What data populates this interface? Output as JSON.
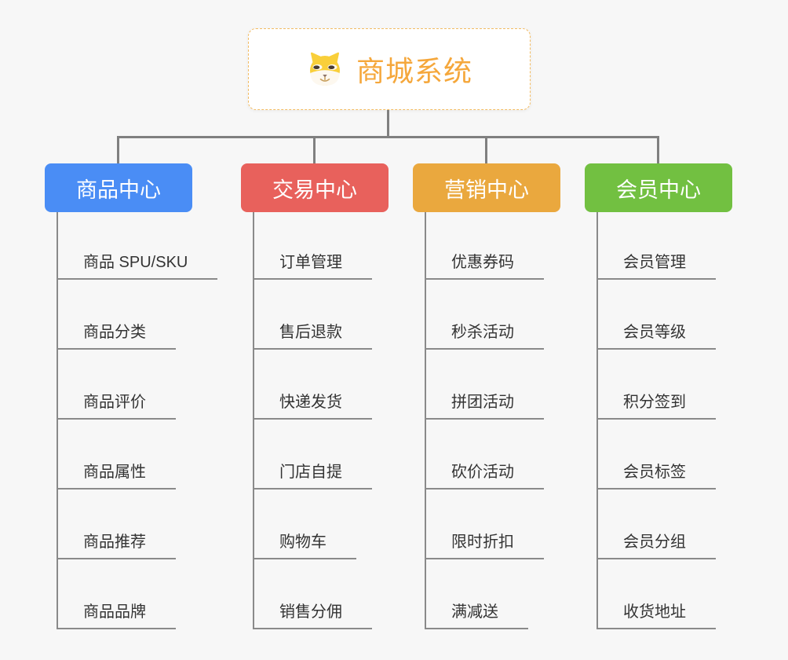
{
  "root": {
    "title": "商城系统",
    "icon": "doge-icon",
    "text_color": "#F5A73B",
    "border_color": "#F3BC63"
  },
  "branches": [
    {
      "label": "商品中心",
      "color": "#4A8DF5",
      "children": [
        "商品 SPU/SKU",
        "商品分类",
        "商品评价",
        "商品属性",
        "商品推荐",
        "商品品牌"
      ]
    },
    {
      "label": "交易中心",
      "color": "#E8615C",
      "children": [
        "订单管理",
        "售后退款",
        "快递发货",
        "门店自提",
        "购物车",
        "销售分佣"
      ]
    },
    {
      "label": "营销中心",
      "color": "#EAA83E",
      "children": [
        "优惠券码",
        "秒杀活动",
        "拼团活动",
        "砍价活动",
        "限时折扣",
        "满减送"
      ]
    },
    {
      "label": "会员中心",
      "color": "#72C041",
      "children": [
        "会员管理",
        "会员等级",
        "积分签到",
        "会员标签",
        "会员分组",
        "收货地址"
      ]
    }
  ],
  "colors": {
    "background": "#F7F7F7",
    "connector": "#808080",
    "child_line": "#8A8A8A",
    "child_text": "#333333"
  }
}
